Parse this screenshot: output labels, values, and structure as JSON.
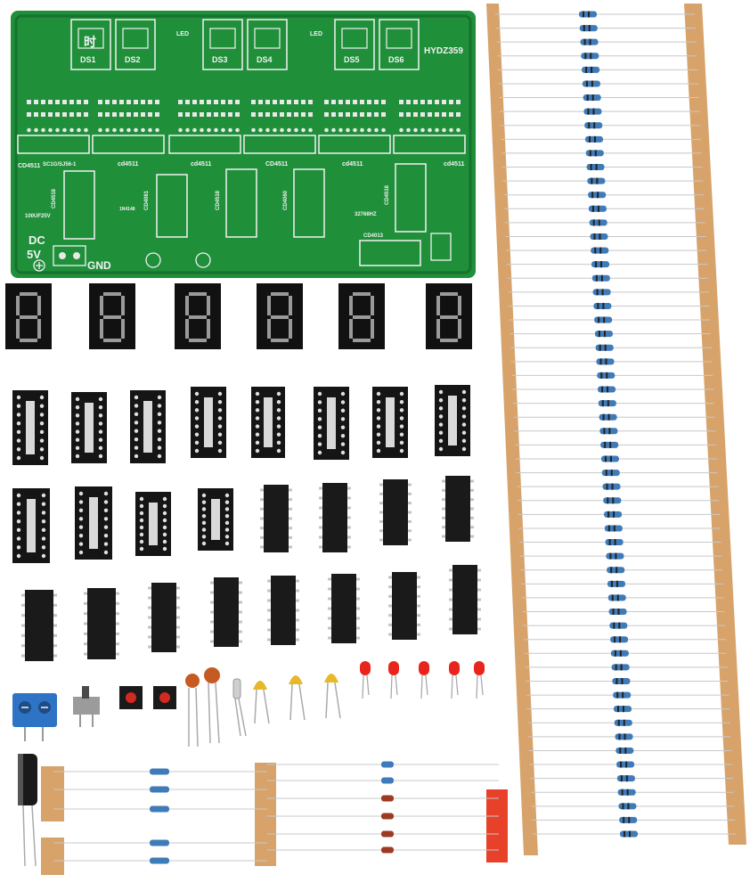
{
  "photo": {
    "subject": "electronic clock kit components laid out on white background"
  },
  "pcb": {
    "board_id": "HYDZ359",
    "display_labels": [
      "DS1",
      "DS2",
      "DS3",
      "DS4",
      "DS5",
      "DS6"
    ],
    "chip_labels": [
      "CD4518",
      "CD4081",
      "CD4518",
      "CD4060",
      "CD4518",
      "CD4013"
    ],
    "decoder_labels": [
      "CD4511",
      "cd4511",
      "cd4511",
      "CD4511",
      "cd4511",
      "cd4511"
    ],
    "power_label": "DC",
    "voltage_label": "5V",
    "ground_label": "GND",
    "crystal_label": "32768HZ",
    "cap_label": "100UF25V",
    "diode_label": "1N4148",
    "led_label": "LED",
    "char_label": "时",
    "part_number": "SC1G/SJ56-1",
    "colors": {
      "board": "#1f8f3a",
      "board_dark": "#17722d",
      "silkscreen": "#f2f2f2",
      "pad": "#e8e8e8"
    }
  },
  "kit": {
    "seven_segment_count": 6,
    "ic_socket_count": 12,
    "ic_chip_count": 12,
    "resistor_strip_count": 60,
    "led_count": 5,
    "colors": {
      "segment_body": "#111111",
      "segment_off": "#9a9a9a",
      "resistor_body": "#3f7bb8",
      "tape": "#d7a36a",
      "led": "#e8241c",
      "ceramic_cap": "#e8b82a",
      "terminal_block": "#2f73c4",
      "mica_cap": "#c65a23"
    }
  }
}
